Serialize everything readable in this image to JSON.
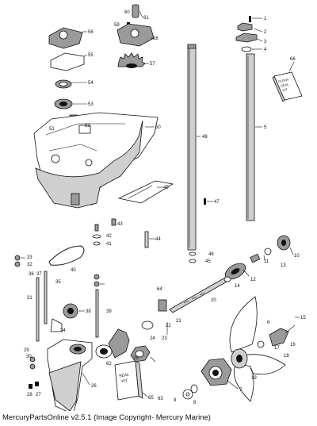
{
  "caption": "MercuryPartsOnline v2.5.1 (Image Copyright- Mercury Marine)",
  "kit_labels": {
    "bearing_kit": [
      "CLEAR",
      "SEAL",
      "KIT"
    ],
    "seal_kit": [
      "SEAL",
      "KIT"
    ]
  },
  "callouts": [
    "1",
    "2",
    "3",
    "4",
    "5",
    "6",
    "7",
    "8",
    "9",
    "10",
    "11",
    "12",
    "13",
    "14",
    "15",
    "16",
    "17",
    "18",
    "19",
    "20",
    "21",
    "22",
    "23",
    "24",
    "25",
    "26",
    "27",
    "28",
    "29",
    "30",
    "31",
    "32",
    "33",
    "34",
    "35",
    "36",
    "37",
    "38",
    "39",
    "40",
    "41",
    "42",
    "43",
    "44",
    "45",
    "46",
    "47",
    "48",
    "49",
    "50",
    "51",
    "52",
    "53",
    "54",
    "55",
    "56",
    "57",
    "58",
    "59",
    "60",
    "61",
    "62",
    "63",
    "64",
    "65",
    "66"
  ]
}
